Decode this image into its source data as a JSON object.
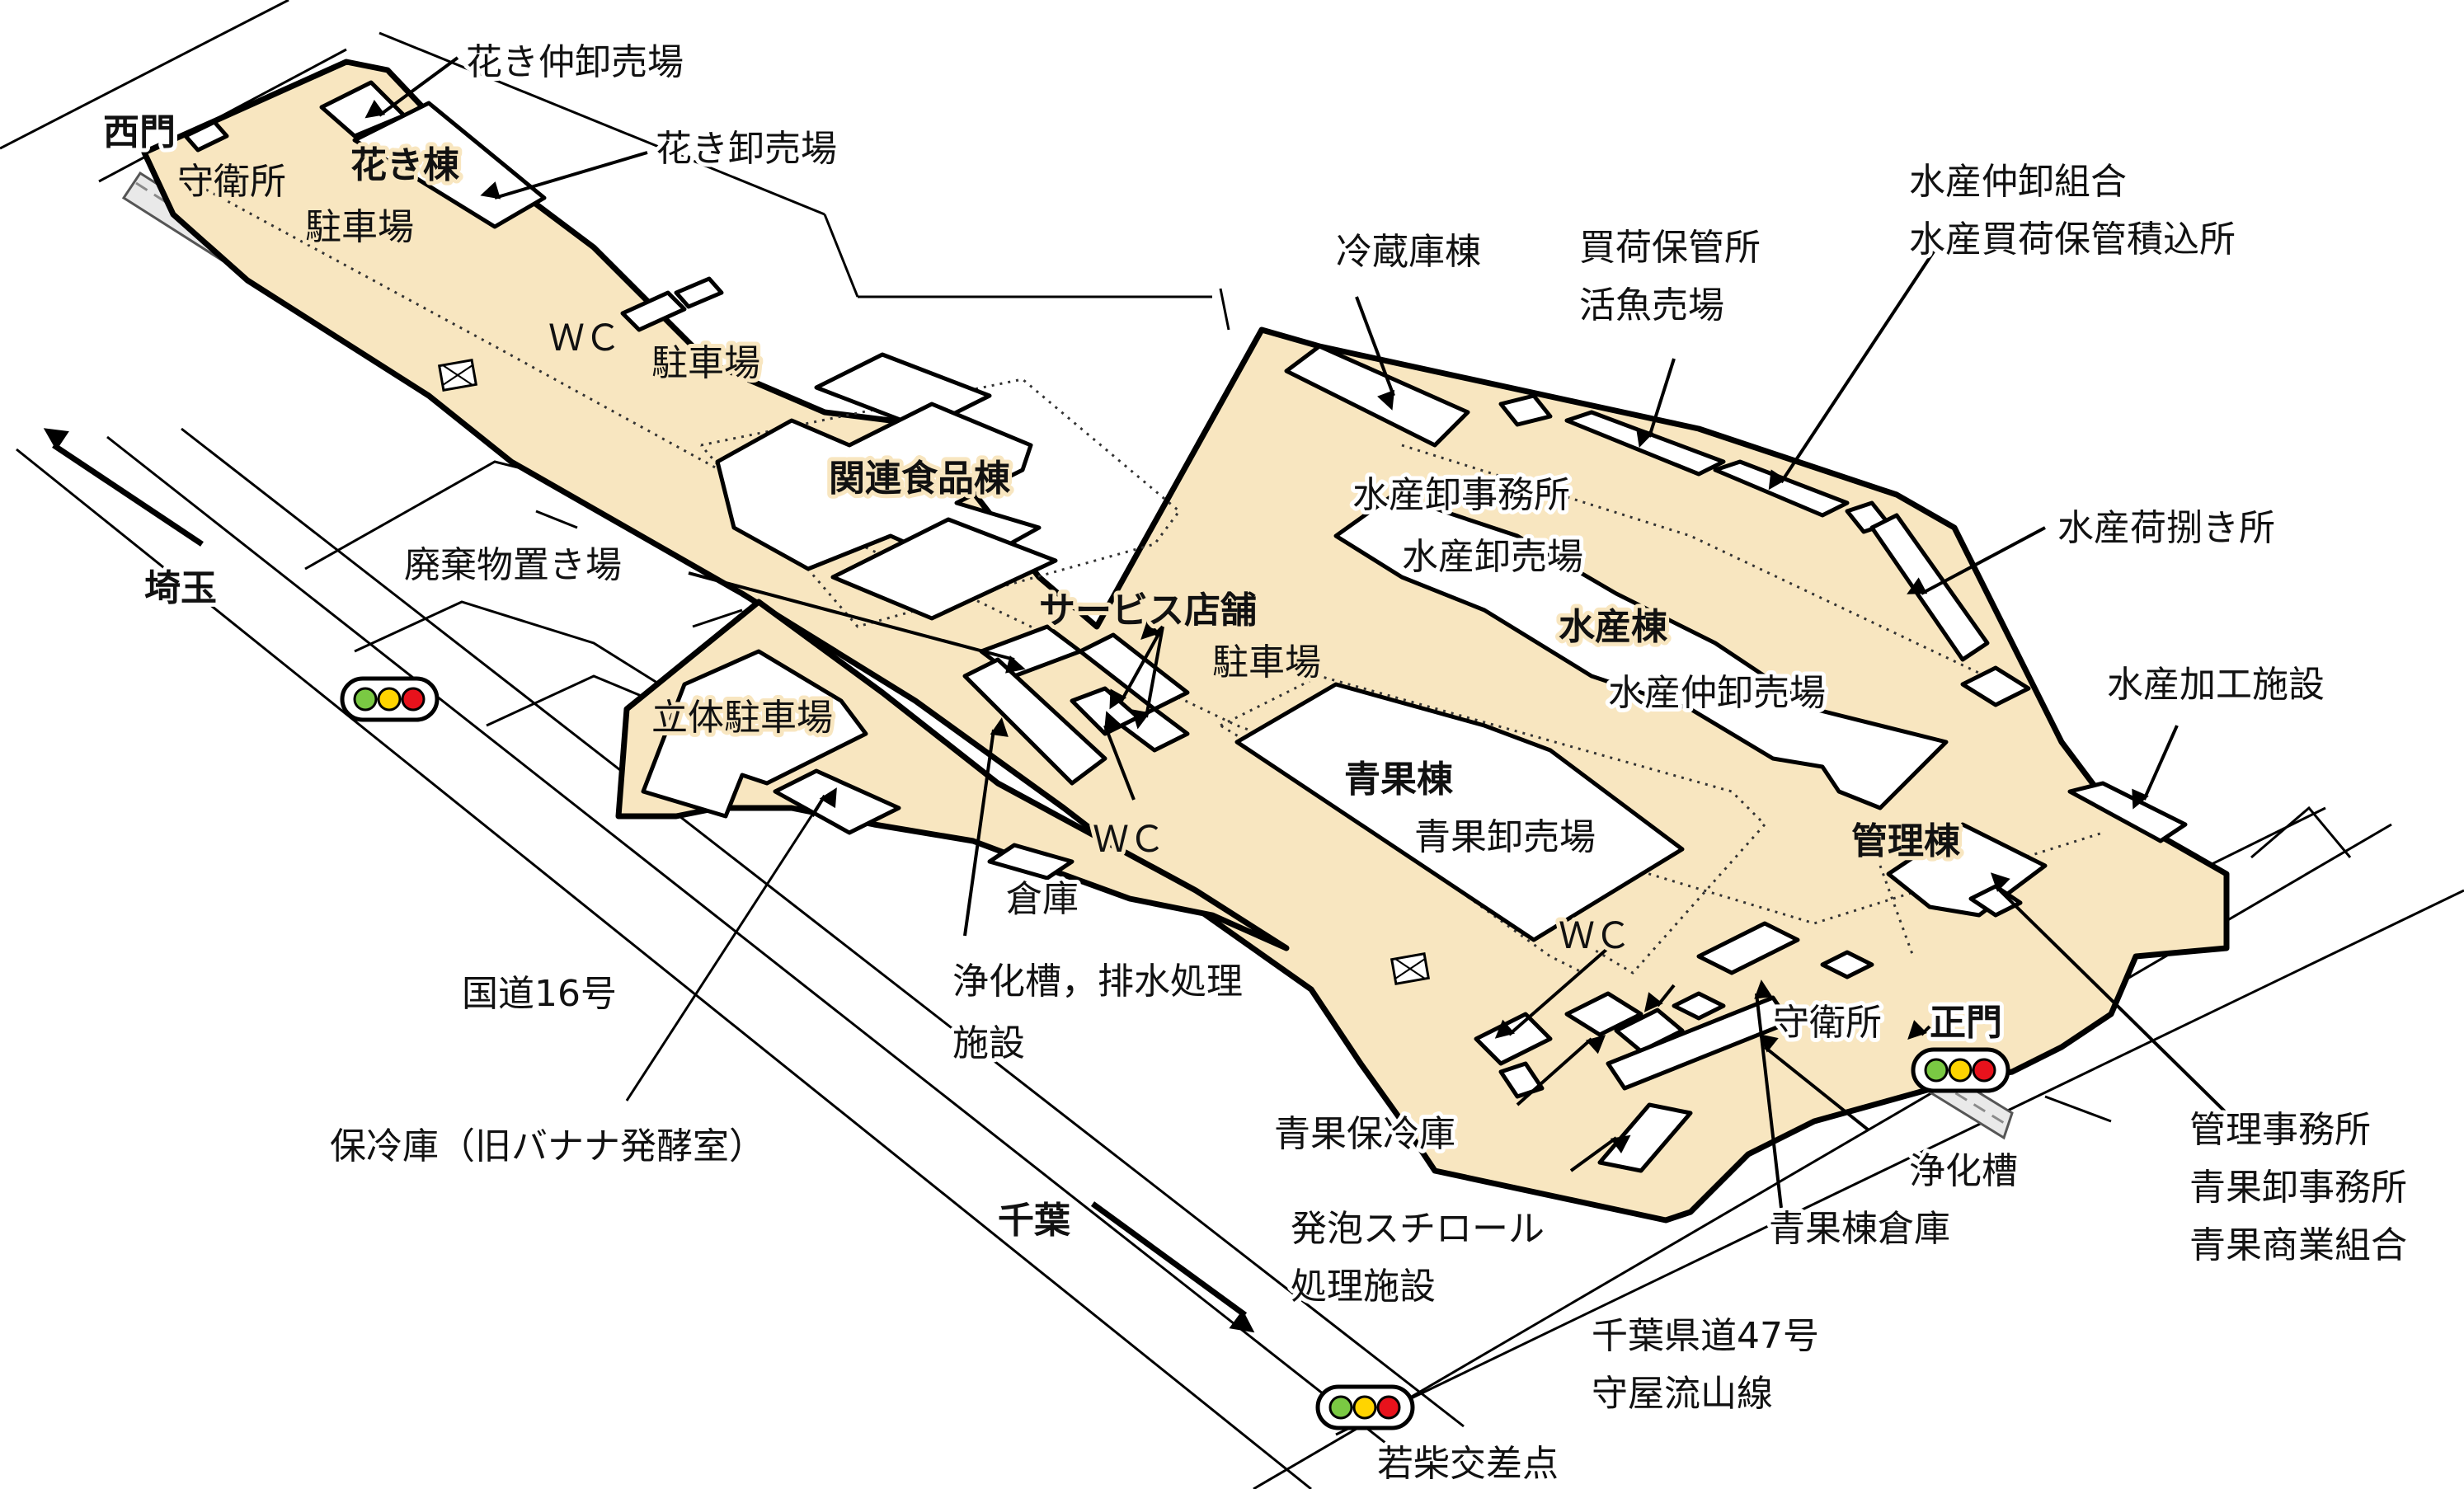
{
  "labels": {
    "nishimon": "西門",
    "shueisho_w": "守衛所",
    "kaki_nakaoroshi": "花き仲卸売場",
    "kaki_oroshi": "花き卸売場",
    "kaki_to": "花き棟",
    "chushajo_1": "駐車場",
    "wc_1": "ＷＣ",
    "chushajo_2": "駐車場",
    "kanren": "関連食品棟",
    "haikibutsu": "廃棄物置き場",
    "service": "サービス店舗",
    "chushajo_3": "駐車場",
    "rittai": "立体駐車場",
    "wc_2": "ＷＣ",
    "soko": "倉庫",
    "joka_1": "浄化槽，排水処理",
    "joka_2": "施設",
    "kokudo": "国道16号",
    "horeiko": "保冷庫（旧バナナ発酵室）",
    "saitama": "埼玉",
    "chiba": "千葉",
    "reizoko": "冷蔵庫棟",
    "kaini_1": "買荷保管所",
    "kaini_2": "活魚売場",
    "suisan_kumiai_1": "水産仲卸組合",
    "suisan_kumiai_2": "水産買荷保管積込所",
    "suisan_jimusho": "水産卸事務所",
    "suisan_oroshi": "水産卸売場",
    "suisan_to": "水産棟",
    "suisan_nakaoroshi": "水産仲卸売場",
    "suisan_nisabaki": "水産荷捌き所",
    "suisan_kako": "水産加工施設",
    "seika_to": "青果棟",
    "seika_oroshi": "青果卸売場",
    "kanri_to": "管理棟",
    "wc_3": "ＷＣ",
    "shueisho_e": "守衛所",
    "seimon": "正門",
    "seika_horeiko": "青果保冷庫",
    "happo_1": "発泡スチロール",
    "happo_2": "処理施設",
    "jokaso": "浄化槽",
    "seika_soko": "青果棟倉庫",
    "kanri_jimusho": "管理事務所",
    "seika_jimusho": "青果卸事務所",
    "seika_kumiai": "青果商業組合",
    "kendo_1": "千葉県道47号",
    "kendo_2": "守屋流山線",
    "wakashiba": "若柴交差点"
  },
  "colors": {
    "site_fill": "#f8e6c0",
    "signal_green": "#7ac943",
    "signal_yellow": "#ffd400",
    "signal_red": "#e8121c"
  },
  "icons": [
    "traffic-signal-icon",
    "direction-arrow-icon",
    "crossed-box-icon"
  ]
}
